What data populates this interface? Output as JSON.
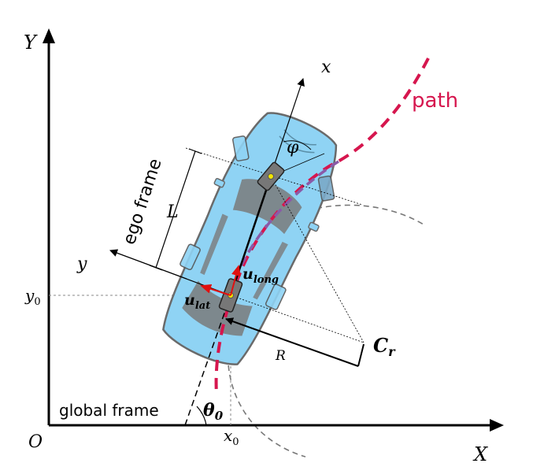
{
  "axes": {
    "x_label": "X",
    "y_label": "Y",
    "origin_label": "O",
    "x0_label": "x",
    "x0_sub": "0",
    "y0_label": "y",
    "y0_sub": "0"
  },
  "frames": {
    "global_label": "global frame",
    "ego_label": "ego frame",
    "ego_x_label": "x",
    "ego_y_label": "y"
  },
  "symbols": {
    "wheelbase": "L",
    "steer_angle": "φ",
    "heading_theta": "θ",
    "heading_sub": "0",
    "radius": "R",
    "center_c": "C",
    "center_sub": "r"
  },
  "velocities": {
    "long_u": "u",
    "long_sub": "long",
    "lat_u": "u",
    "lat_sub": "lat"
  },
  "path": {
    "label": "path",
    "color": "#d6164e"
  },
  "colors": {
    "car_body": "#8fd3f4",
    "car_outline": "#6a6a6a",
    "car_dark": "#7a7a7a",
    "wheel": "#777777",
    "arrow_red": "#e01010",
    "purple_path": "#8a5aa8",
    "axis": "#000000"
  }
}
